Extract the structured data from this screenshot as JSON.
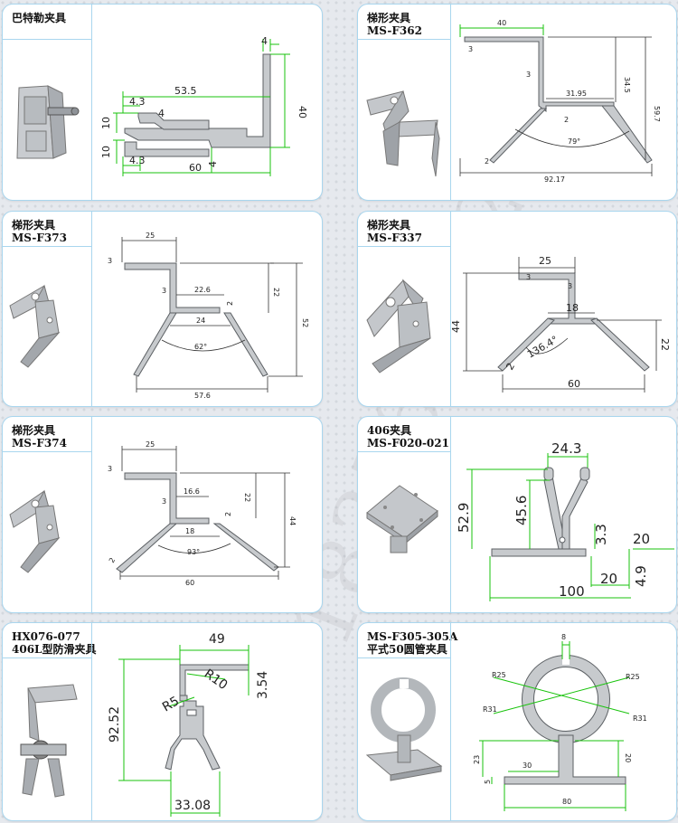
{
  "cards": [
    {
      "title": [
        "巴特勒夹具"
      ],
      "dims": {
        "d4": "4",
        "d53_5": "53.5",
        "d4_3a": "4.3",
        "d4a": "4",
        "d10a": "10",
        "d40": "40",
        "d10b": "10",
        "d4_3b": "4.3",
        "d60": "60",
        "d4b": "4"
      }
    },
    {
      "title": [
        "梯形夹具",
        "MS-F362"
      ],
      "dims": {
        "d40": "40",
        "d3a": "3",
        "d3b": "3",
        "d34_5": "34.5",
        "d59_7": "59.7",
        "d31_95": "31.95",
        "d2a": "2",
        "a79": "79°",
        "d2b": "2",
        "d92_17": "92.17"
      }
    },
    {
      "title": [
        "梯形夹具",
        "MS-F373"
      ],
      "dims": {
        "d25": "25",
        "d3a": "3",
        "d3b": "3",
        "d22_6": "22.6",
        "d22": "22",
        "d2": "2",
        "d52": "52",
        "d24": "24",
        "a62": "62°",
        "d57_6": "57.6"
      }
    },
    {
      "title": [
        "梯形夹具",
        "MS-F337"
      ],
      "dims": {
        "d25": "25",
        "d3a": "3",
        "d3b": "3",
        "d44": "44",
        "d18": "18",
        "a136": "136.4°",
        "d22": "22",
        "d2": "2",
        "d60": "60"
      }
    },
    {
      "title": [
        "梯形夹具",
        "MS-F374"
      ],
      "dims": {
        "d25": "25",
        "d3a": "3",
        "d3b": "3",
        "d16_6": "16.6",
        "d22": "22",
        "d2": "2",
        "d44": "44",
        "d18": "18",
        "a93": "93°",
        "d2b": "2",
        "d60": "60"
      }
    },
    {
      "title": [
        "406夹具",
        "MS-F020-021"
      ],
      "dims": {
        "d24_3": "24.3",
        "d52_9": "52.9",
        "d45_6": "45.6",
        "d3_3": "3.3",
        "d20a": "20",
        "d20b": "20",
        "d4_9": "4.9",
        "d100": "100"
      }
    },
    {
      "title": [
        "HX076-077",
        "406L型防滑夹具"
      ],
      "dims": {
        "d49": "49",
        "r10": "R10",
        "d3_54": "3.54",
        "r5": "R5",
        "d92_52": "92.52",
        "d33_08": "33.08"
      }
    },
    {
      "title": [
        "MS-F305-305A",
        "平式50圆管夹具"
      ],
      "dims": {
        "d8": "8",
        "r25a": "R25",
        "r25b": "R25",
        "r31a": "R31",
        "r31b": "R31",
        "d23": "23",
        "d30": "30",
        "d20": "20",
        "d5": "5",
        "d80": "80"
      }
    }
  ],
  "watermark": "18356881228"
}
